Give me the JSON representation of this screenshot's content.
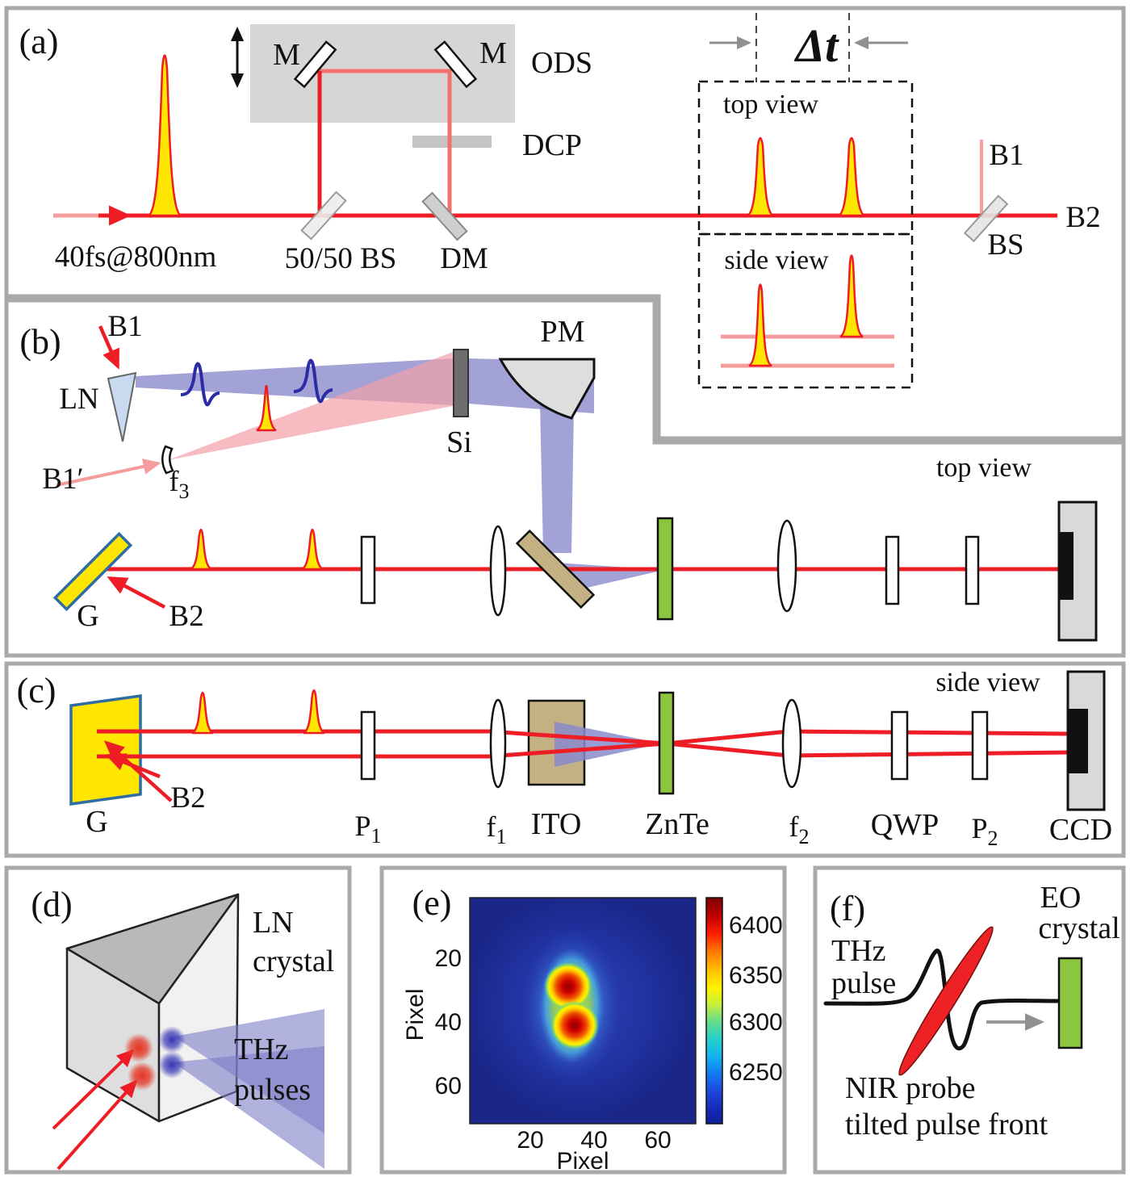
{
  "colors": {
    "red_beam": "#ee1c24",
    "pink_beam": "#f59c9c",
    "salmon_beam": "#f0716d",
    "pulse_fill": "#ffe600",
    "purple_beam": "#8b8bcc",
    "blue_thz": "#2b2ba8",
    "grating_yellow": "#ffe600",
    "grating_border": "#2e6da4",
    "ito_tan": "#c3b183",
    "znte_green": "#8cc63f",
    "eo_green": "#8cc63f",
    "panel_border": "#a9a9a9",
    "ods_gray": "#d6d6d6",
    "si_gray": "#6e6e6e",
    "ccd_gray": "#d9d9d9"
  },
  "panel_a": {
    "label": "(a)",
    "input": "40fs@800nm",
    "bs_label": "50/50 BS",
    "dm": "DM",
    "m1": "M",
    "m2": "M",
    "ods": "ODS",
    "dcp": "DCP",
    "delta_t": "Δt",
    "top_view": "top view",
    "side_view": "side view",
    "b1": "B1",
    "bs": "BS",
    "b2": "B2"
  },
  "panel_b": {
    "label": "(b)",
    "b1": "B1",
    "ln": "LN",
    "b1_prime": "B1′",
    "f3": {
      "base": "f",
      "sub": "3"
    },
    "si": "Si",
    "pm": "PM",
    "top_view": "top view",
    "g": "G",
    "b2": "B2"
  },
  "panel_c": {
    "label": "(c)",
    "g": "G",
    "b2": "B2",
    "p1": {
      "base": "P",
      "sub": "1"
    },
    "f1": {
      "base": "f",
      "sub": "1"
    },
    "ito": "ITO",
    "znte": "ZnTe",
    "f2": {
      "base": "f",
      "sub": "2"
    },
    "qwp": "QWP",
    "p2": {
      "base": "P",
      "sub": "2"
    },
    "ccd": "CCD",
    "side_view": "side view"
  },
  "panel_d": {
    "label": "(d)",
    "ln_line1": "LN",
    "ln_line2": "crystal",
    "thz_line1": "THz",
    "thz_line2": "pulses"
  },
  "panel_e": {
    "label": "(e)"
  },
  "panel_f": {
    "label": "(f)",
    "thz_line1": "THz",
    "thz_line2": "pulse",
    "eo_line1": "EO",
    "eo_line2": "crystal",
    "nir_line1": "NIR probe",
    "nir_line2": "tilted pulse front"
  },
  "chart_data": {
    "type": "heatmap",
    "title": "",
    "xlabel": "Pixel",
    "ylabel": "Pixel",
    "x_ticks": [
      "20",
      "40",
      "60"
    ],
    "y_ticks": [
      "20",
      "40",
      "60"
    ],
    "x_range": [
      1,
      72
    ],
    "y_range": [
      1,
      72
    ],
    "colorbar_ticks": [
      "6400",
      "6350",
      "6300",
      "6250"
    ],
    "colorbar_range": [
      6200,
      6430
    ],
    "colormap": "jet",
    "background_level": 6230,
    "hotspots": [
      {
        "x": 32,
        "y": 29,
        "peak": 6420
      },
      {
        "x": 34,
        "y": 41,
        "peak": 6410
      }
    ],
    "legend_position": "right-colorbar",
    "grid": false
  }
}
